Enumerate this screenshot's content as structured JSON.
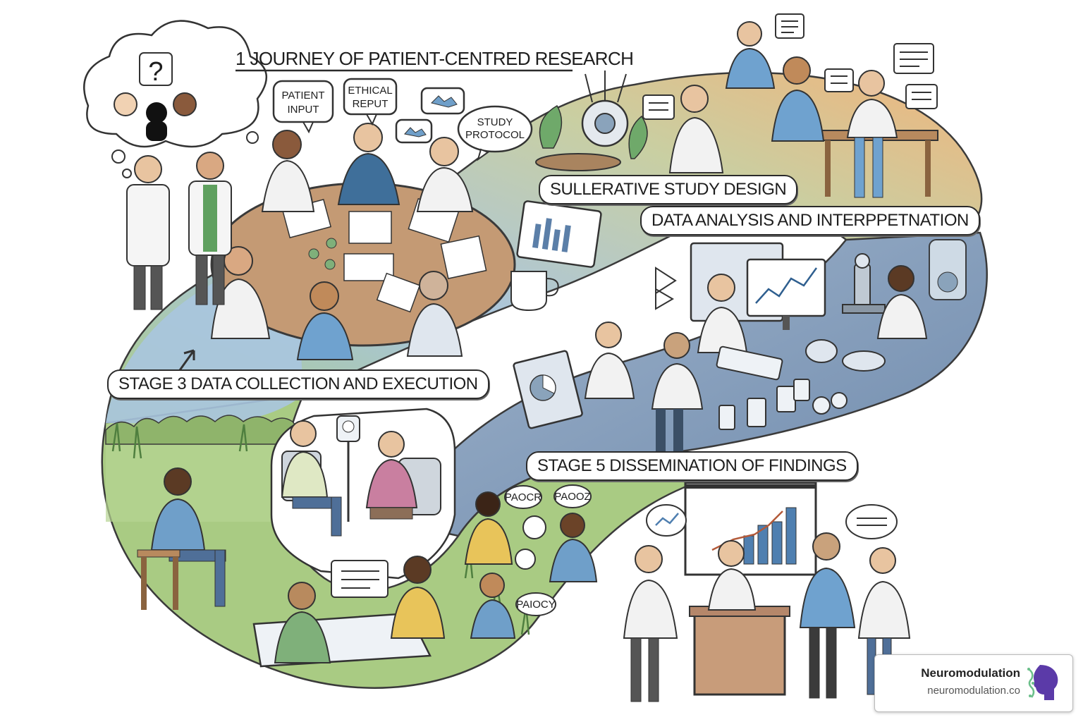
{
  "title": "1 JOURNEY OF PATIENT-CENTRED RESEARCH",
  "stages": {
    "design": "SULLERATIVE STUDY DESIGN",
    "analysis": "DATA ANALYSIS AND INTERPPETNATION",
    "collection": "STAGE 3  DATA COLLECTION AND EXECUTION",
    "dissemination": "STAGE 5  DISSEMINATION OF FINDINGS"
  },
  "bubbles": {
    "patient_input_1": "PATIENT",
    "patient_input_2": "INPUT",
    "ethical_1": "ETHICAL",
    "ethical_2": "REPUT",
    "protocol_1": "STUDY",
    "protocol_2": "PROTOCOL",
    "question": "?",
    "paocr": "PAOCR",
    "paooz": "PAOOZ",
    "paiocy": "PAIOCY"
  },
  "logo": {
    "name": "Neuromodulation",
    "url": "neuromodulation.co"
  },
  "colors": {
    "path_blue": "#a9c5df",
    "path_steel": "#7d98b8",
    "path_orange": "#f0b47c",
    "path_green": "#a9cb83",
    "table_brown": "#c49a74",
    "outline": "#2a2a2a",
    "accent_purple": "#5b3aa8"
  }
}
